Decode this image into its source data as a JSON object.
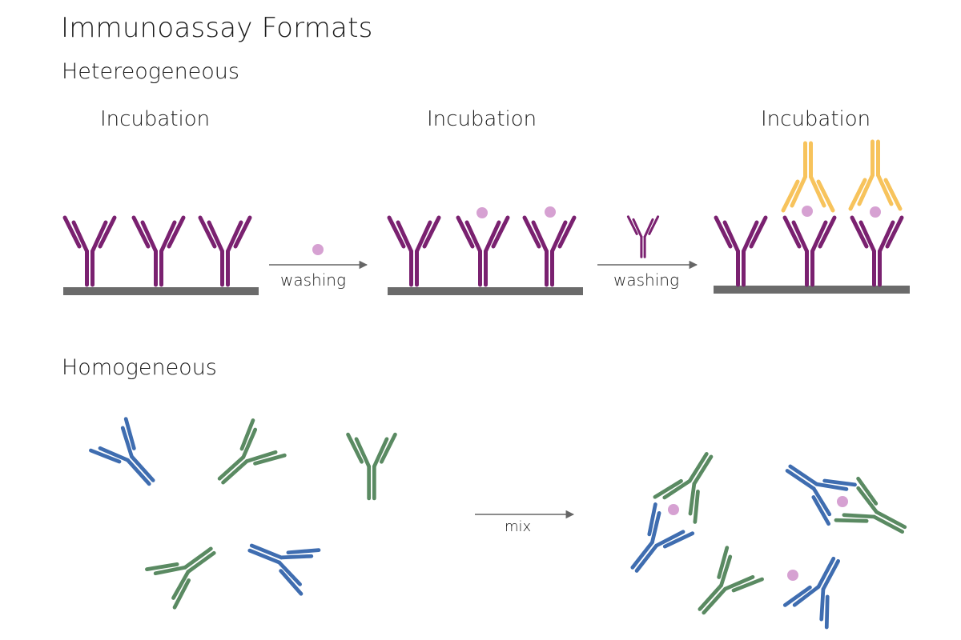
{
  "title": "Immunoassay Formats",
  "heterogeneous": {
    "label": "Hetereogeneous",
    "steps": [
      "Incubation",
      "Incubation",
      "Incubation"
    ],
    "arrows": [
      "washing",
      "washing"
    ]
  },
  "homogeneous": {
    "label": "Homogeneous",
    "arrow": "mix"
  },
  "colors": {
    "capture_antibody": "#7a2170",
    "detection_antibody": "#f7c35c",
    "antigen": "#d6a1d2",
    "antibody_blue": "#3f6db0",
    "antibody_green": "#5a8a62",
    "surface": "#6b6b6b",
    "arrow": "#666666"
  }
}
